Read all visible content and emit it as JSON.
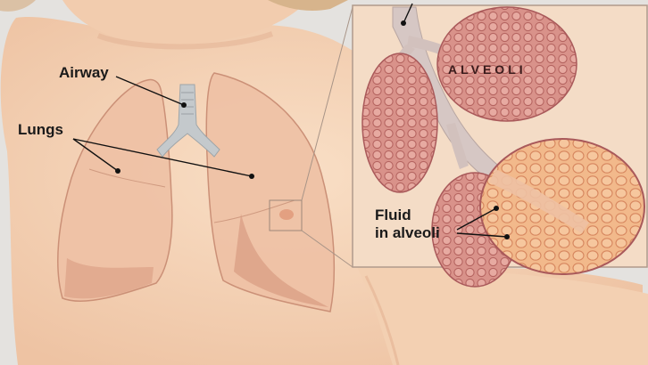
{
  "labels": {
    "airway": "Airway",
    "lungs": "Lungs",
    "alveoli": "ALVEOLI",
    "fluid_line1": "Fluid",
    "fluid_line2": "in alveoli"
  },
  "colors": {
    "background": "#e4e2df",
    "skin": "#f6d7bb",
    "skin_shadow": "#e9bd9c",
    "lung_fill": "#efc2a6",
    "lung_stroke": "#c98d74",
    "airway": "#c4c9cc",
    "inset_bg": "#f4dcc6",
    "alveoli_cluster": "#d79087",
    "alveoli_cell": "#c06b67",
    "fluid": "#eeaa78",
    "leader_line": "#111111"
  }
}
